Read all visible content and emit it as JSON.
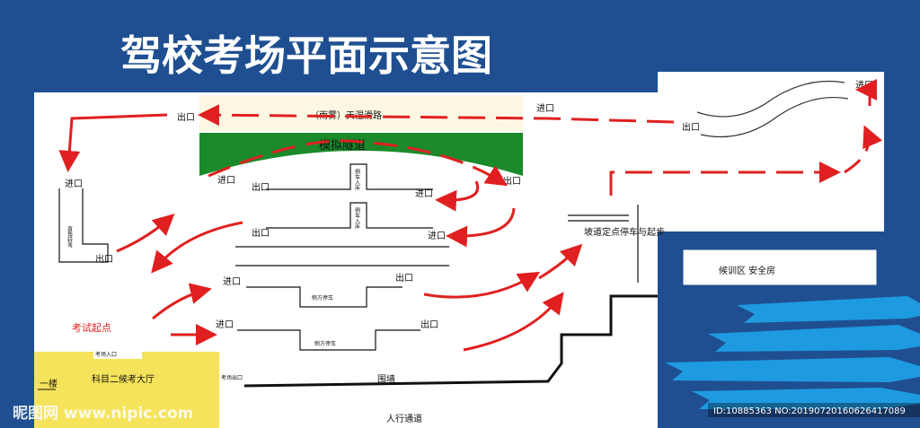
{
  "title": "驾校考场平面示意图",
  "labels": {
    "rain_fog": "（雨雾）天湿滑路",
    "tunnel": "模拟隧道",
    "straight_turn": "直角转弯",
    "exam_start": "考试起点",
    "hall": "科目二候考大厅",
    "hall_left": "一楼",
    "wall": "围墙",
    "walkway": "人行通道",
    "waiting": "候训区 安全房",
    "fixed_point": "坡道定点停车与起步",
    "reverse_parking": "倒车入库",
    "side_parking": "侧方停车",
    "exam_entrance": "考场入口",
    "exam_exit": "考场出口",
    "entrance": "进口",
    "exit": "出口"
  },
  "watermark": {
    "logo": "昵图网 www.nipic.com",
    "id": "ID:10885363 NO:20190720160626417089"
  },
  "colors": {
    "bg_blue": "#1f4f91",
    "title_white": "#ffffff",
    "arrow_red": "#e02020",
    "tunnel_green": "#1a8a2a",
    "hall_yellow": "#f5e35b",
    "accent_light_blue": "#1e9ae0"
  }
}
